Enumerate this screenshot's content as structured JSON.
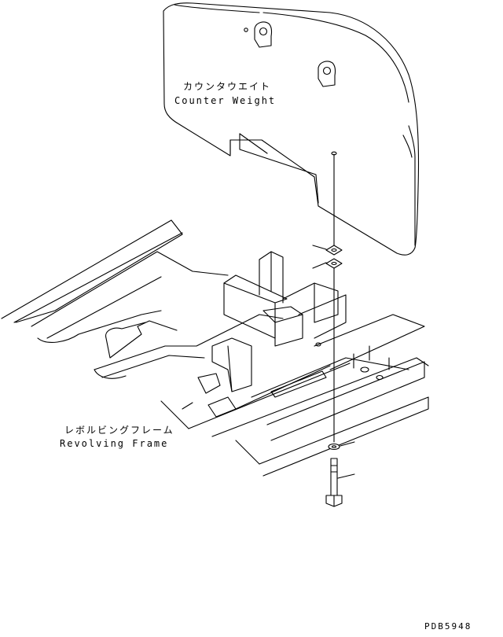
{
  "labels": {
    "counter_weight_jp": "カウンタウエイト",
    "counter_weight_en": "Counter Weight",
    "revolving_frame_jp": "レボルビングフレーム",
    "revolving_frame_en": "Revolving Frame",
    "drawing_number": "PDB5948"
  },
  "colors": {
    "line": "#000000",
    "background": "#ffffff"
  }
}
